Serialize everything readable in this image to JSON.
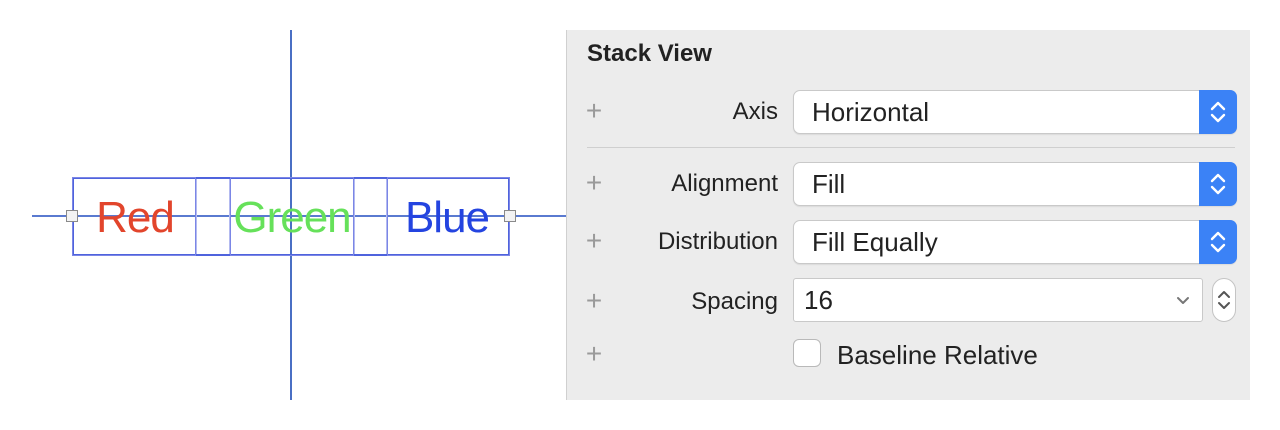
{
  "canvas": {
    "labels": [
      {
        "text": "Red",
        "color": "#e2452c"
      },
      {
        "text": "Green",
        "color": "#66e15a"
      },
      {
        "text": "Blue",
        "color": "#2444e0"
      }
    ],
    "guide_color": "#4a6fc4",
    "outline_color": "#4f63dd"
  },
  "inspector": {
    "section_title": "Stack View",
    "accent_color": "#3b82f6",
    "rows": {
      "axis": {
        "label": "Axis",
        "value": "Horizontal",
        "icon": "plus-icon"
      },
      "alignment": {
        "label": "Alignment",
        "value": "Fill",
        "icon": "plus-icon"
      },
      "distribution": {
        "label": "Distribution",
        "value": "Fill Equally",
        "icon": "plus-icon"
      },
      "spacing": {
        "label": "Spacing",
        "value": "16",
        "icon": "plus-icon"
      },
      "baseline": {
        "label": "Baseline Relative",
        "checked": false,
        "icon": "plus-icon"
      }
    },
    "plus_glyph": "+"
  }
}
